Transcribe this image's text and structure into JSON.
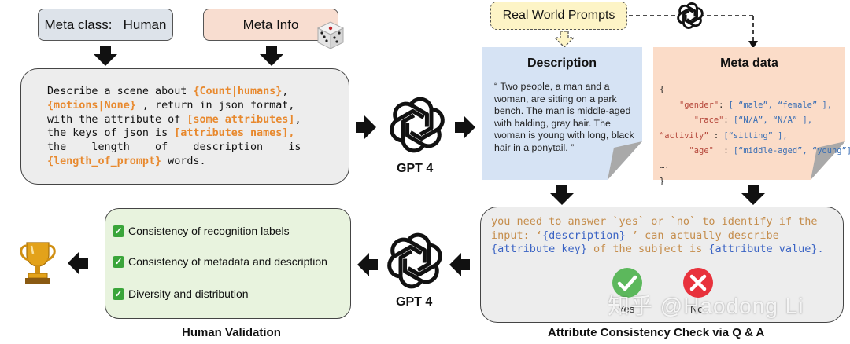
{
  "top": {
    "meta_class": "Meta class:   Human",
    "meta_info": "Meta Info",
    "real_world_prompts": "Real World Prompts"
  },
  "prompt": {
    "l1a": "Describe a scene about ",
    "l1b": "{Count|humans}",
    "l1c": ",",
    "l2a": "{motions|None}",
    "l2b": " , return in json format,",
    "l3a": "with the attribute of ",
    "l3b": "[some attributes]",
    "l3c": ",",
    "l4a": "the keys of json is ",
    "l4b": "[attributes names],",
    "l5": "the    length    of    description    is",
    "l6a": "{length_of_prompt}",
    "l6b": " words."
  },
  "model_top": "GPT 4",
  "model_bottom": "GPT 4",
  "description": {
    "title": "Description",
    "text": "“ Two people, a man and a woman, are sitting on a park bench. The man is middle-aged with balding, gray hair. The woman is young with long, black hair in a ponytail. ”"
  },
  "metadata": {
    "title": "Meta data",
    "open": "{",
    "gender_k": "\"gender\"",
    "gender_v": "[ “male”, “female” ],",
    "race_k": "\"race\"",
    "race_v": "[“N/A”, “N/A” ],",
    "activity_k": "“activity”",
    "activity_v": "[“sitting” ],",
    "age_k": "\"age\"",
    "age_v": "[“middle-aged”, “young”],",
    "dots": "….",
    "close": "}"
  },
  "qa": {
    "t1": "you need to answer `yes` or `no` to identify if the input: ‘",
    "t2": "{description}",
    "t3": " ’ can actually describe ",
    "t4": "{attribute key}",
    "t5": " of the subject is ",
    "t6": "{attribute value}",
    "t7": ".",
    "yes": "Yes",
    "no": "No",
    "caption": "Attribute Consistency Check via Q & A"
  },
  "validation": {
    "items": [
      "Consistency of recognition labels",
      "Consistency of metadata and description",
      "Diversity and distribution"
    ],
    "caption": "Human Validation"
  },
  "watermark": "知乎 @Haodong Li",
  "colors": {
    "meta_class_fill": "#dde3ea",
    "meta_info_fill": "#f8ddd0",
    "description_fill": "#d6e3f4",
    "metadata_fill": "#fbdcc8",
    "validation_fill": "#e8f3de",
    "real_world_fill": "#fdf4c6",
    "highlight_orange": "#e8892e",
    "highlight_blue": "#3a7bd5",
    "yes_green": "#5cb85c",
    "no_red": "#e8323c"
  }
}
